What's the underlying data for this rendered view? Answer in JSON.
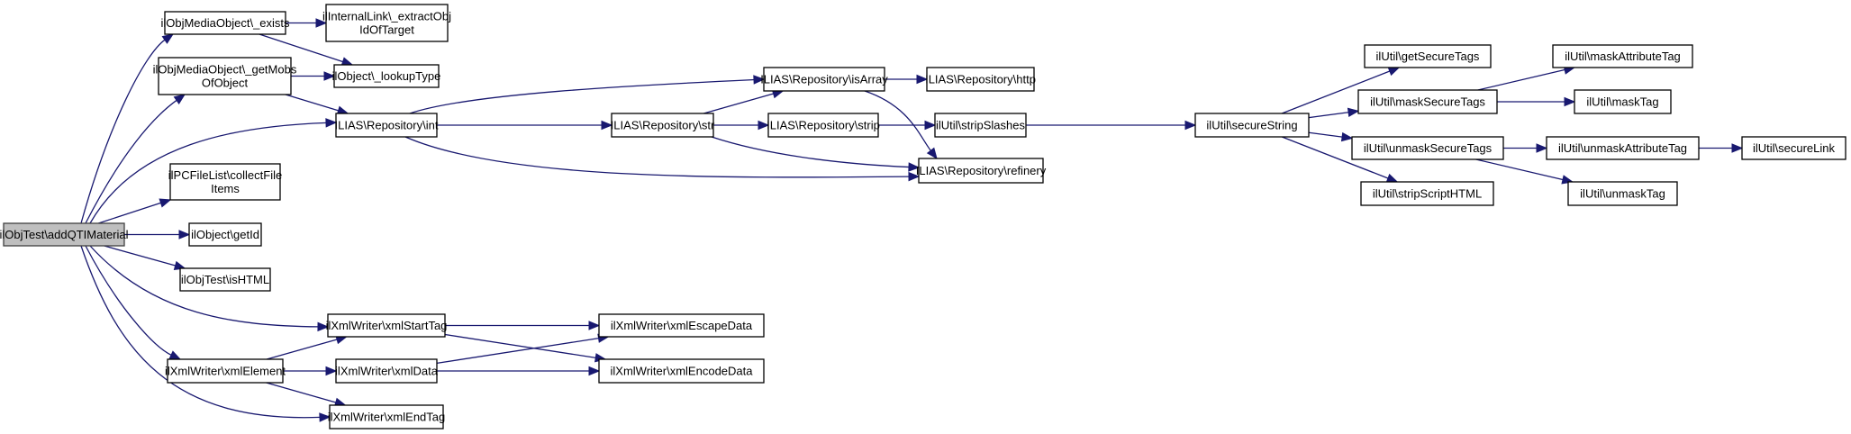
{
  "title": "ilObjTest\\addQTIMaterial call graph",
  "colors": {
    "edge": "#191970",
    "root_fill": "#bfbfbf",
    "node_fill": "#ffffff",
    "node_border": "#000000"
  },
  "nodes": [
    {
      "id": "root",
      "lines": [
        "ilObjTest\\addQTIMaterial"
      ],
      "root": true
    },
    {
      "id": "mob_exists",
      "lines": [
        "ilObjMediaObject\\_exists"
      ]
    },
    {
      "id": "extractObj",
      "lines": [
        "ilInternalLink\\_extractObj",
        "IdOfTarget"
      ]
    },
    {
      "id": "getMobs",
      "lines": [
        "ilObjMediaObject\\_getMobs",
        "OfObject"
      ]
    },
    {
      "id": "lookupType",
      "lines": [
        "ilObject\\_lookupType"
      ]
    },
    {
      "id": "repo_int",
      "lines": [
        "ILIAS\\Repository\\int"
      ]
    },
    {
      "id": "collectFile",
      "lines": [
        "ilPCFileList\\collectFile",
        "Items"
      ]
    },
    {
      "id": "getId",
      "lines": [
        "ilObject\\getId"
      ]
    },
    {
      "id": "isHTML",
      "lines": [
        "ilObjTest\\isHTML"
      ]
    },
    {
      "id": "xmlStartTag",
      "lines": [
        "ilXmlWriter\\xmlStartTag"
      ]
    },
    {
      "id": "xmlElement",
      "lines": [
        "ilXmlWriter\\xmlElement"
      ]
    },
    {
      "id": "xmlData",
      "lines": [
        "ilXmlWriter\\xmlData"
      ]
    },
    {
      "id": "xmlEndTag",
      "lines": [
        "ilXmlWriter\\xmlEndTag"
      ]
    },
    {
      "id": "xmlEscapeData",
      "lines": [
        "ilXmlWriter\\xmlEscapeData"
      ]
    },
    {
      "id": "xmlEncodeData",
      "lines": [
        "ilXmlWriter\\xmlEncodeData"
      ]
    },
    {
      "id": "repo_str",
      "lines": [
        "ILIAS\\Repository\\str"
      ]
    },
    {
      "id": "repo_isArray",
      "lines": [
        "ILIAS\\Repository\\isArray"
      ]
    },
    {
      "id": "repo_http",
      "lines": [
        "ILIAS\\Repository\\http"
      ]
    },
    {
      "id": "repo_strip",
      "lines": [
        "ILIAS\\Repository\\strip"
      ]
    },
    {
      "id": "repo_refinery",
      "lines": [
        "ILIAS\\Repository\\refinery"
      ]
    },
    {
      "id": "stripSlashes",
      "lines": [
        "ilUtil\\stripSlashes"
      ]
    },
    {
      "id": "secureString",
      "lines": [
        "ilUtil\\secureString"
      ]
    },
    {
      "id": "getSecureTags",
      "lines": [
        "ilUtil\\getSecureTags"
      ]
    },
    {
      "id": "maskSecureTags",
      "lines": [
        "ilUtil\\maskSecureTags"
      ]
    },
    {
      "id": "unmaskSecureTags",
      "lines": [
        "ilUtil\\unmaskSecureTags"
      ]
    },
    {
      "id": "stripScriptHTML",
      "lines": [
        "ilUtil\\stripScriptHTML"
      ]
    },
    {
      "id": "maskAttributeTag",
      "lines": [
        "ilUtil\\maskAttributeTag"
      ]
    },
    {
      "id": "maskTag",
      "lines": [
        "ilUtil\\maskTag"
      ]
    },
    {
      "id": "unmaskAttributeTag",
      "lines": [
        "ilUtil\\unmaskAttributeTag"
      ]
    },
    {
      "id": "secureLink",
      "lines": [
        "ilUtil\\secureLink"
      ]
    },
    {
      "id": "unmaskTag",
      "lines": [
        "ilUtil\\unmaskTag"
      ]
    }
  ],
  "edges": [
    [
      "root",
      "mob_exists"
    ],
    [
      "root",
      "getMobs"
    ],
    [
      "root",
      "repo_int"
    ],
    [
      "root",
      "collectFile"
    ],
    [
      "root",
      "getId"
    ],
    [
      "root",
      "isHTML"
    ],
    [
      "root",
      "xmlStartTag"
    ],
    [
      "root",
      "xmlElement"
    ],
    [
      "root",
      "xmlEndTag"
    ],
    [
      "mob_exists",
      "extractObj"
    ],
    [
      "mob_exists",
      "lookupType"
    ],
    [
      "getMobs",
      "lookupType"
    ],
    [
      "getMobs",
      "repo_int"
    ],
    [
      "repo_int",
      "repo_isArray"
    ],
    [
      "repo_int",
      "repo_str"
    ],
    [
      "repo_int",
      "repo_refinery"
    ],
    [
      "repo_str",
      "repo_isArray"
    ],
    [
      "repo_str",
      "repo_strip"
    ],
    [
      "repo_str",
      "repo_refinery"
    ],
    [
      "repo_isArray",
      "repo_http"
    ],
    [
      "repo_isArray",
      "repo_refinery"
    ],
    [
      "repo_strip",
      "stripSlashes"
    ],
    [
      "stripSlashes",
      "secureString"
    ],
    [
      "secureString",
      "getSecureTags"
    ],
    [
      "secureString",
      "maskSecureTags"
    ],
    [
      "secureString",
      "unmaskSecureTags"
    ],
    [
      "secureString",
      "stripScriptHTML"
    ],
    [
      "maskSecureTags",
      "maskAttributeTag"
    ],
    [
      "maskSecureTags",
      "maskTag"
    ],
    [
      "unmaskSecureTags",
      "unmaskAttributeTag"
    ],
    [
      "unmaskSecureTags",
      "unmaskTag"
    ],
    [
      "unmaskAttributeTag",
      "secureLink"
    ],
    [
      "xmlStartTag",
      "xmlEscapeData"
    ],
    [
      "xmlStartTag",
      "xmlEncodeData"
    ],
    [
      "xmlElement",
      "xmlStartTag"
    ],
    [
      "xmlElement",
      "xmlData"
    ],
    [
      "xmlElement",
      "xmlEndTag"
    ],
    [
      "xmlData",
      "xmlEscapeData"
    ],
    [
      "xmlData",
      "xmlEncodeData"
    ]
  ]
}
